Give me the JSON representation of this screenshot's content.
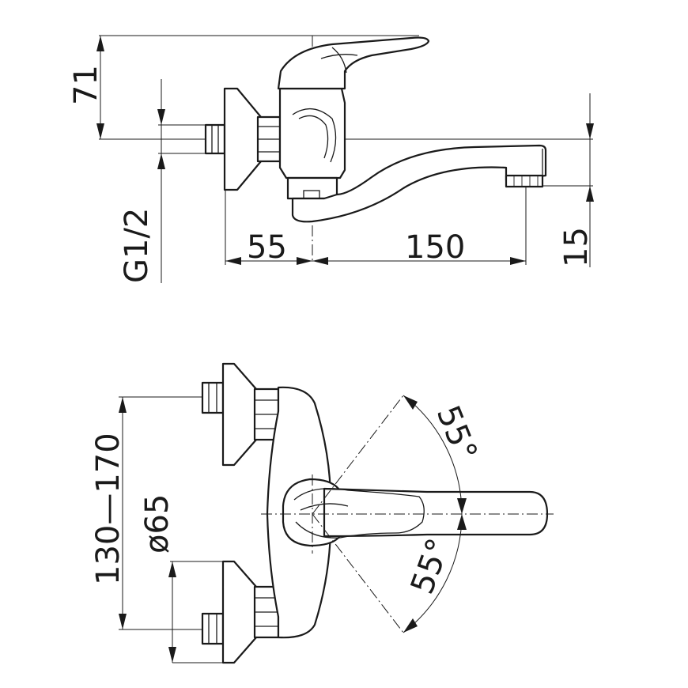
{
  "dimensions": {
    "height_above_axis": "71",
    "thread": "G1/2",
    "wall_to_axis": "55",
    "spout_reach": "150",
    "spout_height": "15",
    "center_distance": "130—170",
    "rosette_diameter": "ø65",
    "angle_upper": "55°",
    "angle_lower": "55°"
  }
}
